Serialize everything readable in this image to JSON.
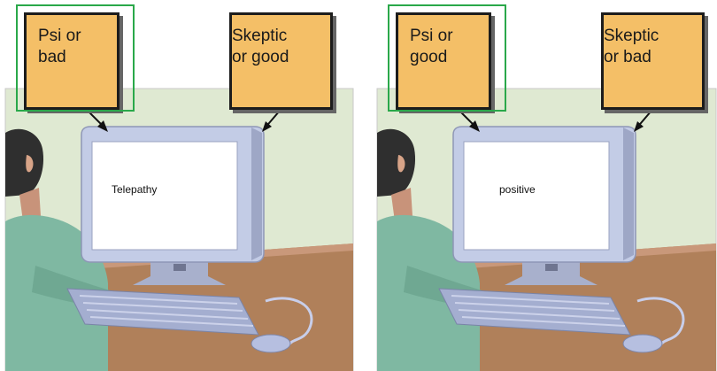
{
  "panels": [
    {
      "left_label": {
        "line1": "Psi or",
        "line2": "bad"
      },
      "right_label": {
        "line1": "Skeptic",
        "line2": "or good"
      },
      "screen_word": "Telepathy"
    },
    {
      "left_label": {
        "line1": "Psi or",
        "line2": "good"
      },
      "right_label": {
        "line1": "Skeptic",
        "line2": "or bad"
      },
      "screen_word": "positive"
    }
  ],
  "colors": {
    "label_fill": "#f4bf67",
    "highlight": "#2aa84a",
    "wall": "#dfe9d2",
    "desk": "#b0805a",
    "monitor": "#c3cce6",
    "shirt": "#7fb8a2"
  },
  "icons": [
    "person-illustration",
    "monitor-illustration",
    "keyboard-illustration",
    "mouse-illustration",
    "arrow-icon"
  ]
}
